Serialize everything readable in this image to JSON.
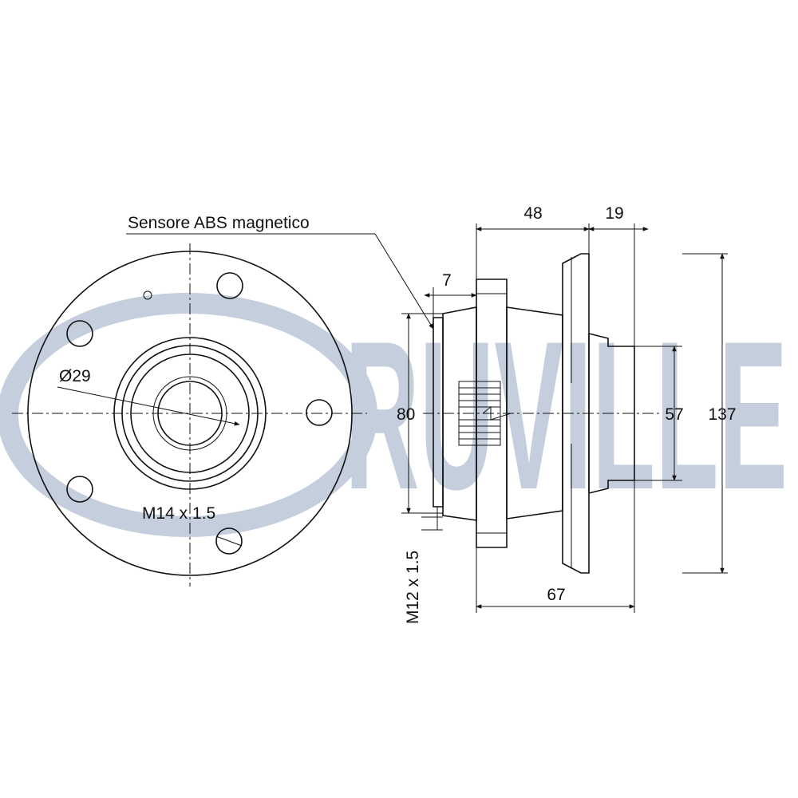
{
  "brand": {
    "watermark": "RUVILLE",
    "watermark_color": "#c5cedd"
  },
  "labels": {
    "abs_sensor": "Sensore ABS magnetico",
    "bore_diameter": "Ø29",
    "front_thread": "M14 x 1.5",
    "side_thread": "M12 x 1.5"
  },
  "dimensions": {
    "flange_to_face": "48",
    "face_step": "19",
    "sensor_width": "7",
    "bearing_diameter": "80",
    "pilot_diameter": "57",
    "flange_diameter": "137",
    "overall_length": "67"
  }
}
